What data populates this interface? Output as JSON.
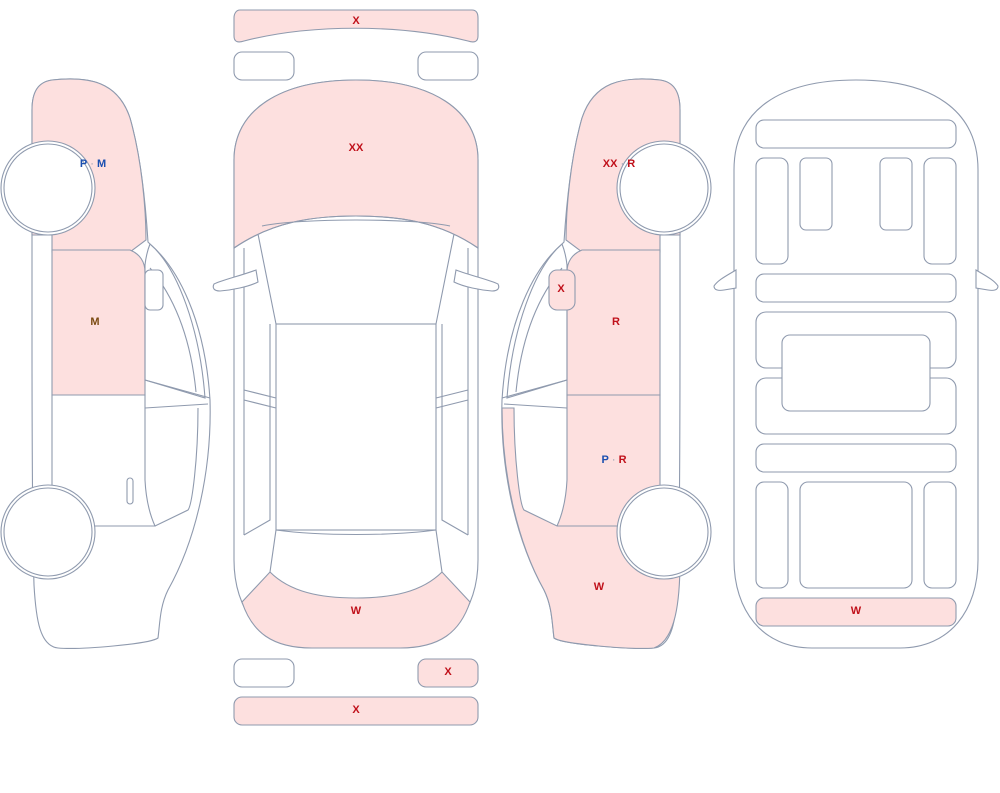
{
  "colors": {
    "outline": "#8f9aae",
    "damage_fill": "#fde0df",
    "code_x": "#c0101a",
    "code_w": "#c0101a",
    "code_r": "#c0101a",
    "code_p": "#1a4fb0",
    "code_m": "#7a4a10",
    "separator": "#8f9aae"
  },
  "labels": {
    "front_bumper": [
      {
        "text": "X",
        "color": "code_x"
      }
    ],
    "hood": [
      {
        "text": "XX",
        "color": "code_x"
      }
    ],
    "left_front_fender": [
      {
        "text": "P",
        "color": "code_p"
      },
      {
        "text": " · ",
        "color": "separator"
      },
      {
        "text": "M",
        "color": "code_p"
      }
    ],
    "left_front_door": [
      {
        "text": "M",
        "color": "code_m"
      }
    ],
    "right_front_fender": [
      {
        "text": "XX",
        "color": "code_x"
      },
      {
        "text": " · ",
        "color": "separator"
      },
      {
        "text": "R",
        "color": "code_r"
      }
    ],
    "right_mirror": [
      {
        "text": "X",
        "color": "code_x"
      }
    ],
    "right_front_door": [
      {
        "text": "R",
        "color": "code_r"
      }
    ],
    "right_rear_door": [
      {
        "text": "P",
        "color": "code_p"
      },
      {
        "text": " · ",
        "color": "separator"
      },
      {
        "text": "R",
        "color": "code_r"
      }
    ],
    "right_rear_quarter": [
      {
        "text": "W",
        "color": "code_w"
      }
    ],
    "trunk_lid": [
      {
        "text": "W",
        "color": "code_w"
      }
    ],
    "right_tail_light": [
      {
        "text": "X",
        "color": "code_x"
      }
    ],
    "rear_bumper": [
      {
        "text": "X",
        "color": "code_x"
      }
    ],
    "rear_floor_panel": [
      {
        "text": "W",
        "color": "code_w"
      }
    ]
  }
}
